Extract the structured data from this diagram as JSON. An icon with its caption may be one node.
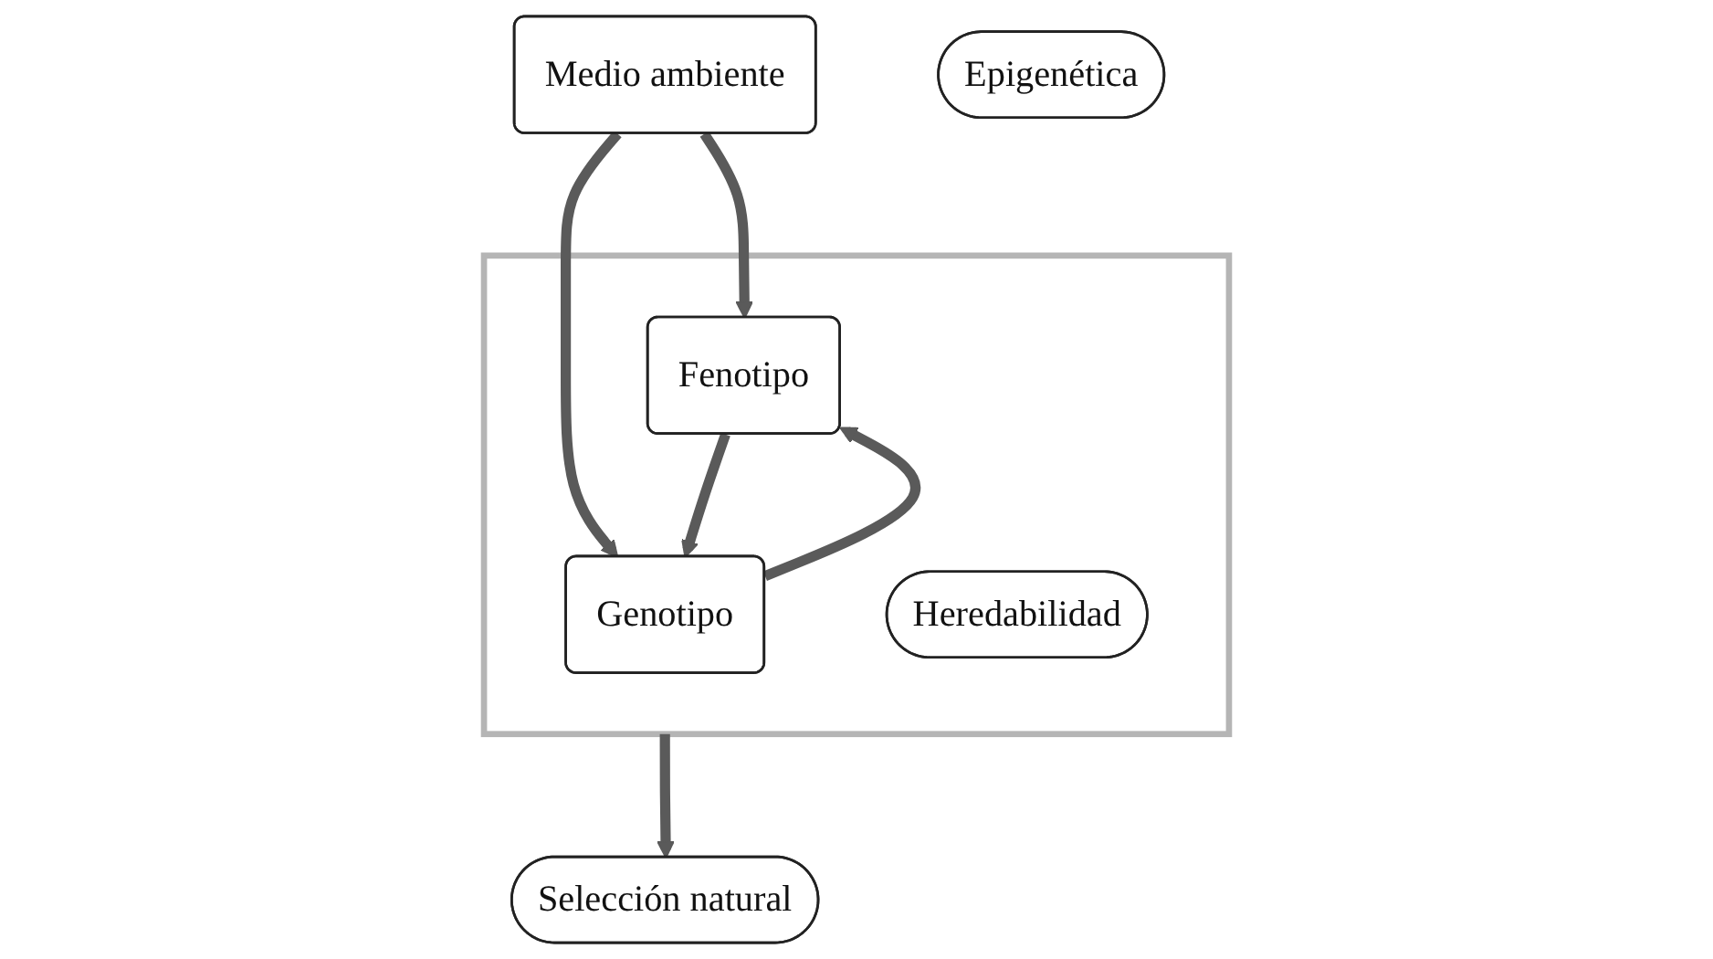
{
  "diagram": {
    "nodes": [
      {
        "text": [
          "Medio ambiente"
        ]
      },
      {
        "text": [
          "Selección natural"
        ]
      },
      {
        "text": [
          "Epigenética"
        ]
      },
      {
        "text": [],
        "shape": "box"
      },
      {
        "text": [
          "Genotipo"
        ],
        "in": 3
      },
      {
        "text": [
          "Heredabilidad"
        ],
        "in": 3
      },
      {
        "text": [
          "Fenotipo"
        ],
        "in": 3
      }
    ],
    "edges": [
      {
        "from": 0,
        "to": 6,
        "arrow": "to"
      },
      {
        "from": 0,
        "to": 4,
        "arrow": "to"
      },
      {
        "from": 4,
        "to": 6,
        "arrow": "to"
      },
      {
        "from": 6,
        "to": 4,
        "arrow": "to"
      },
      {
        "from": 3,
        "to": 1,
        "arrow": "to"
      }
    ]
  }
}
